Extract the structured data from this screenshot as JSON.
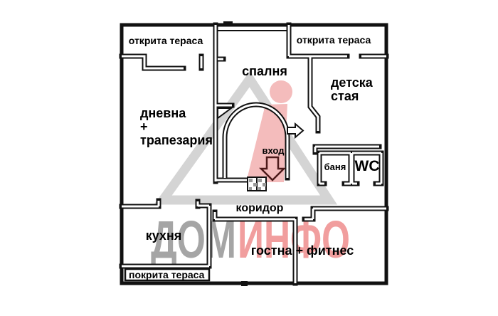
{
  "plan": {
    "title": "apartment floor plan",
    "rooms": {
      "terrace_top_left": "открита тераса",
      "terrace_top_right": "открита тераса",
      "bedroom": "спалня",
      "kids_room_line1": "детска",
      "kids_room_line2": "стая",
      "living_line1": "дневна",
      "living_line2": "+",
      "living_line3": "трапезария",
      "entrance": "вход",
      "bathroom": "баня",
      "wc": "WC",
      "corridor": "коридор",
      "kitchen": "кухня",
      "guest_fitness": "гостна + фитнес",
      "covered_terrace": "покрита тераса"
    },
    "watermark": {
      "part1": "ДОМ",
      "part2": "ИНФО"
    },
    "colors": {
      "background": "#ffffff",
      "wall": "#111111",
      "label": "#000000",
      "accent_label": "#4d1a1a",
      "watermark_gray": "#d4d4d4",
      "watermark_pink": "#f4bcbc",
      "watermark_text_gray": "#a5a5a5",
      "watermark_text_pink": "#f19e9e"
    }
  }
}
